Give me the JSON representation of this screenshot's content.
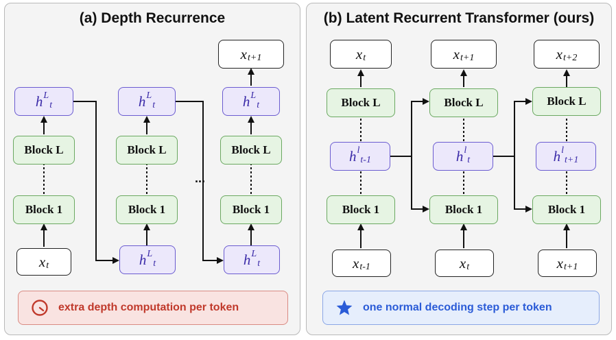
{
  "left": {
    "title": "(a) Depth Recurrence",
    "hidden_base": "h",
    "hidden_sup": "L",
    "hidden_sub": "t",
    "block_top": "Block L",
    "block_bottom": "Block 1",
    "token_base": "x",
    "token_in": "t",
    "token_out": "t+1",
    "ellipsis": "...",
    "note": "extra depth computation per token",
    "note_color": "#c0392b",
    "note_icon": "clock-icon"
  },
  "right": {
    "title": "(b) Latent Recurrent Transformer (ours)",
    "block_top": "Block L",
    "block_bottom": "Block 1",
    "hidden_base": "h",
    "hidden_sup": "l",
    "token_base": "x",
    "columns": [
      {
        "out": "t",
        "hidden": "t-1",
        "in": "t-1"
      },
      {
        "out": "t+1",
        "hidden": "t",
        "in": "t"
      },
      {
        "out": "t+2",
        "hidden": "t+1",
        "in": "t+1"
      }
    ],
    "note": "one normal decoding step per token",
    "note_color": "#2a5bd7",
    "note_icon": "star-icon"
  },
  "colors": {
    "block_fill": "#e6f4e3",
    "block_border": "#6aa860",
    "hidden_fill": "#ece8fb",
    "hidden_border": "#6a5bd0",
    "hidden_text": "#3a2aa8"
  }
}
